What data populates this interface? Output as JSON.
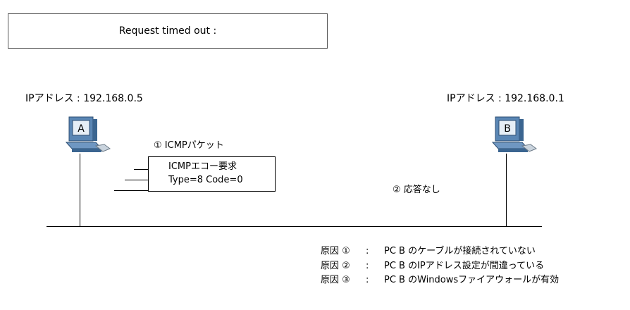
{
  "title": "Request timed out :",
  "host_a": {
    "ip_label": "IPアドレス : 192.168.0.5",
    "letter": "A"
  },
  "host_b": {
    "ip_label": "IPアドレス : 192.168.0.1",
    "letter": "B"
  },
  "packet": {
    "caption": "① ICMPパケット",
    "line1": "ICMPエコー要求",
    "line2": "Type=8  Code=0"
  },
  "no_reply": "② 応答なし",
  "causes": [
    {
      "label": "原因 ①",
      "sep": ":",
      "text": "PC B のケーブルが接続されていない"
    },
    {
      "label": "原因 ②",
      "sep": ":",
      "text": "PC B のIPアドレス設定が間違っている"
    },
    {
      "label": "原因 ③",
      "sep": ":",
      "text": "PC B のWindowsファイアウォールが有効"
    }
  ],
  "colors": {
    "pc_body": "#5a86b4",
    "pc_screen": "#e6eef6",
    "line": "#000000"
  },
  "icons": {
    "computer": "desktop-computer-icon"
  }
}
